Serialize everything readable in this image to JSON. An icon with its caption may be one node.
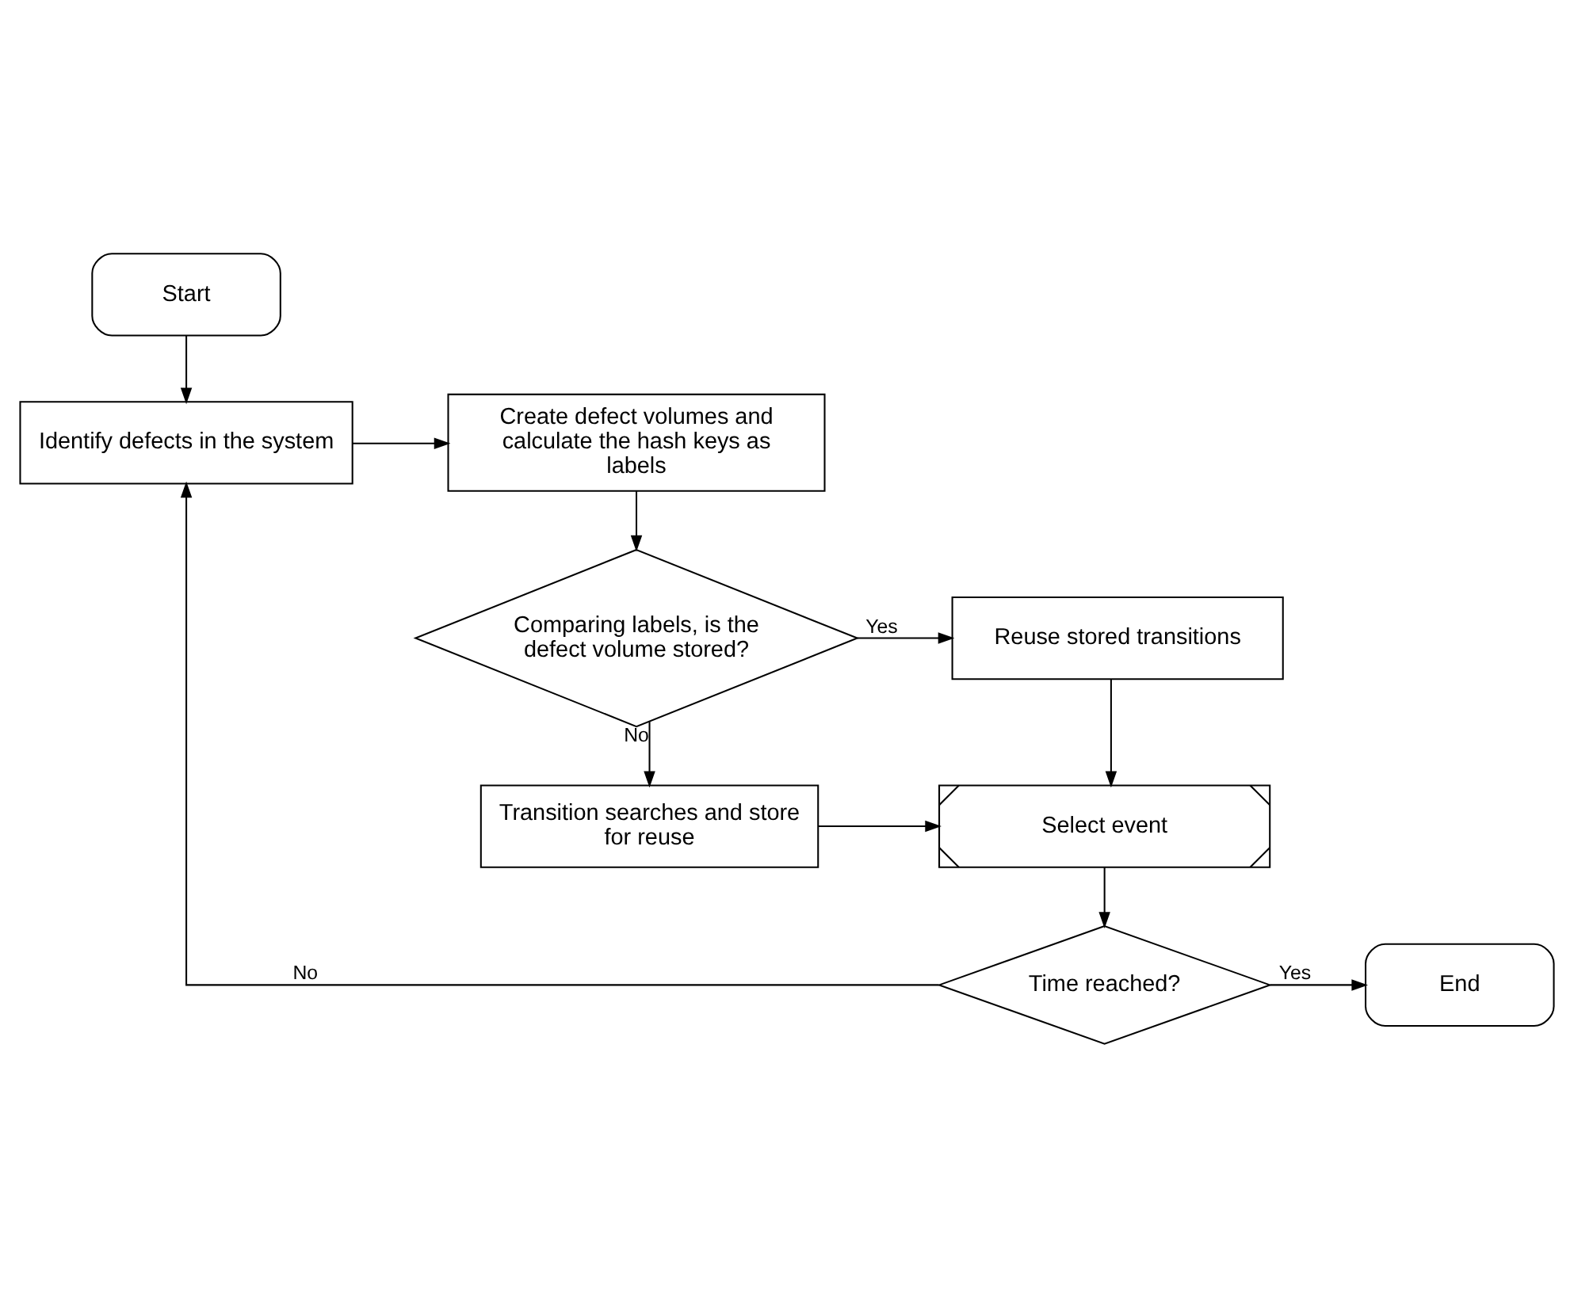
{
  "diagram": {
    "nodes": [
      {
        "text": [
          "Start"
        ]
      },
      {
        "text": [
          "Identify defects in the system"
        ]
      },
      {
        "text": [
          "Create defect volumes and calculate the hash keys as labels"
        ]
      },
      {
        "text": [
          "Comparing labels, is the defect volume stored?"
        ]
      },
      {
        "text": [
          "Reuse stored transitions"
        ]
      },
      {
        "text": [
          "Transition searches and store for reuse"
        ]
      },
      {
        "text": [
          "Select event"
        ]
      },
      {
        "text": [
          "Time reached?"
        ]
      },
      {
        "text": [
          "End"
        ]
      }
    ],
    "edges": [
      {
        "from": 0,
        "to": 1,
        "arrow": "to"
      },
      {
        "from": 1,
        "to": 2,
        "arrow": "to"
      },
      {
        "from": 2,
        "to": 3,
        "arrow": "to"
      },
      {
        "from": 3,
        "to": 4,
        "arrow": "to",
        "label": "Yes"
      },
      {
        "from": 3,
        "to": 5,
        "arrow": "to",
        "label": "No"
      },
      {
        "from": 4,
        "to": 6,
        "arrow": "to"
      },
      {
        "from": 5,
        "to": 6,
        "arrow": "to"
      },
      {
        "from": 6,
        "to": 7,
        "arrow": "to"
      },
      {
        "from": 7,
        "to": 8,
        "arrow": "to",
        "label": "Yes"
      },
      {
        "from": 7,
        "to": 1,
        "arrow": "to",
        "label": "No"
      }
    ]
  }
}
